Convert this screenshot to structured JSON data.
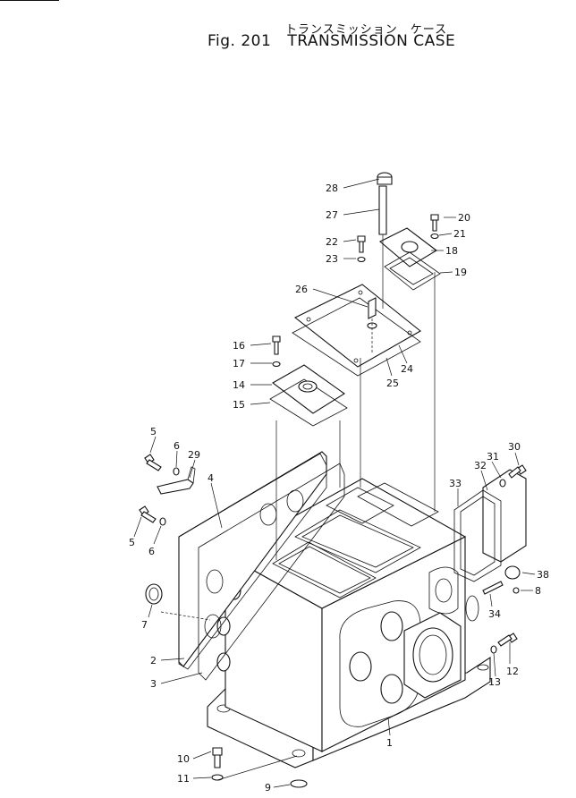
{
  "header": {
    "japanese_title": "トランスミッション　ケース",
    "fig_label": "Fig. 201",
    "title": "TRANSMISSION CASE"
  },
  "callouts": [
    {
      "id": "c28",
      "text": "28"
    },
    {
      "id": "c27",
      "text": "27"
    },
    {
      "id": "c20",
      "text": "20"
    },
    {
      "id": "c21",
      "text": "21"
    },
    {
      "id": "c22",
      "text": "22"
    },
    {
      "id": "c18",
      "text": "18"
    },
    {
      "id": "c23",
      "text": "23"
    },
    {
      "id": "c19",
      "text": "19"
    },
    {
      "id": "c26",
      "text": "26"
    },
    {
      "id": "c16",
      "text": "16"
    },
    {
      "id": "c24",
      "text": "24"
    },
    {
      "id": "c17",
      "text": "17"
    },
    {
      "id": "c25",
      "text": "25"
    },
    {
      "id": "c14",
      "text": "14"
    },
    {
      "id": "c15",
      "text": "15"
    },
    {
      "id": "c30",
      "text": "30"
    },
    {
      "id": "c5a",
      "text": "5"
    },
    {
      "id": "c31",
      "text": "31"
    },
    {
      "id": "c6a",
      "text": "6"
    },
    {
      "id": "c29",
      "text": "29"
    },
    {
      "id": "c32",
      "text": "32"
    },
    {
      "id": "c4",
      "text": "4"
    },
    {
      "id": "c33",
      "text": "33"
    },
    {
      "id": "c5b",
      "text": "5"
    },
    {
      "id": "c6b",
      "text": "6"
    },
    {
      "id": "c38",
      "text": "38"
    },
    {
      "id": "c8",
      "text": "8"
    },
    {
      "id": "c7",
      "text": "7"
    },
    {
      "id": "c34",
      "text": "34"
    },
    {
      "id": "c2",
      "text": "2"
    },
    {
      "id": "c12",
      "text": "12"
    },
    {
      "id": "c13",
      "text": "13"
    },
    {
      "id": "c3",
      "text": "3"
    },
    {
      "id": "c1",
      "text": "1"
    },
    {
      "id": "c10",
      "text": "10"
    },
    {
      "id": "c11",
      "text": "11"
    },
    {
      "id": "c9",
      "text": "9"
    }
  ]
}
